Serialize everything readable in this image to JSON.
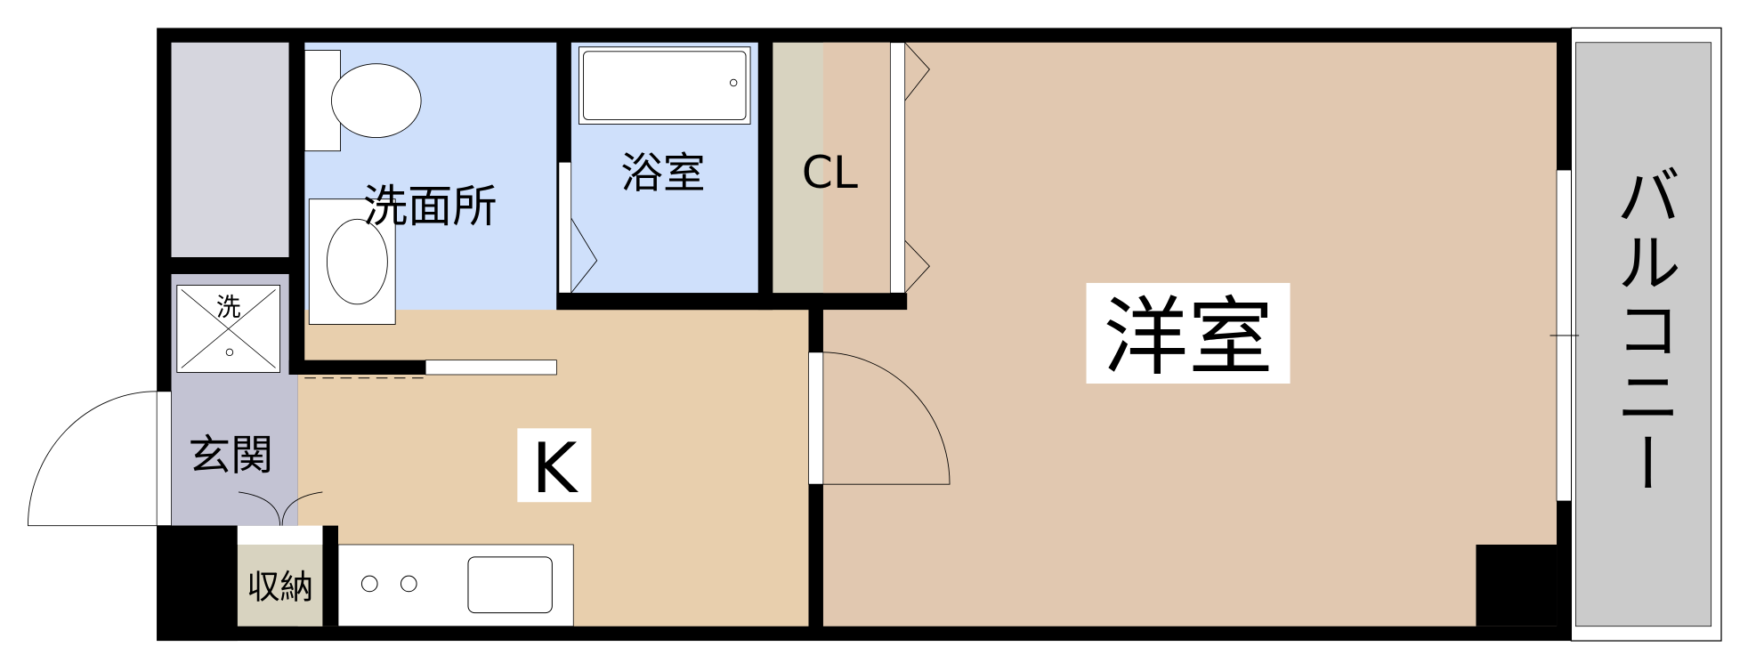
{
  "floorplan": {
    "rooms": {
      "washroom": "洗面所",
      "bathroom": "浴室",
      "closet": "CL",
      "western_room": "洋室",
      "balcony": "バルコニー",
      "entrance": "玄関",
      "kitchen": "K",
      "storage": "収納",
      "washer_mark": "洗"
    },
    "colors": {
      "wall": "#000000",
      "washroom": "#cfe0fb",
      "bathroom": "#cfe0fb",
      "closet": "#d8d3c0",
      "western_room": "#e1c8b0",
      "kitchen": "#e8cfad",
      "entrance": "#c3c3d3",
      "storage_gray": "#d6d6de",
      "balcony": "#cbcbcb"
    }
  }
}
